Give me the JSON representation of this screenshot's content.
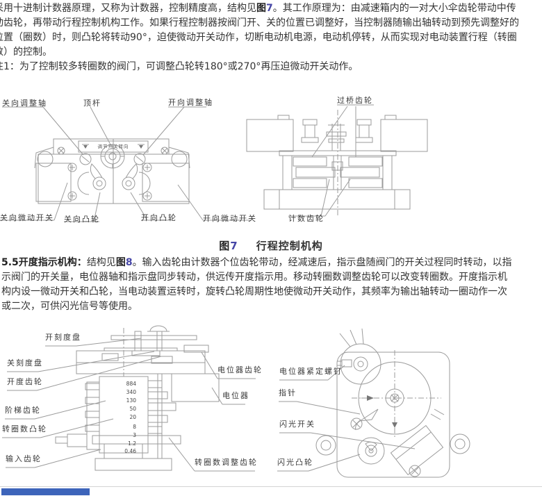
{
  "colors": {
    "text": "#333333",
    "figure_digit_blue": "#4646a6",
    "diagram_line": "#9b9b9b",
    "rule_gray": "#d4d4d4",
    "bottom_bar_blue": "#3d64ba"
  },
  "para1": {
    "line1_pre": "采用十进制计数器原理，又称为计数器，控制精度高，结构见",
    "fig_ref": "图",
    "fig_ref_num": "7",
    "line1_post": "。其工作原理为：由减速箱内的一对大小伞齿轮带动中传",
    "line2": "动齿轮，再带动行程控制机构工作。如果行程控制器按阀门开、关的位置已调整好，当控制器随输出轴转动到预先调整好的",
    "line3": "位置（圈数）时，则凸轮将转动90°，迫使微动开关动作，切断电动机电源，电动机停转，从而实现对电动装置行程（转圈",
    "line4": "数）的控制。",
    "note": "注1：为了控制较多转圈数的阀门，可调整凸轮转180°或270°再压迫微动开关动作。"
  },
  "fig7": {
    "caption_fig": "图",
    "caption_num": "7",
    "caption_title": "行程控制机构",
    "left": {
      "label_top_1": "关向调整轴",
      "label_top_2": "顶杆",
      "label_top_3": "开向调整轴",
      "plate_text": "调节开关转向",
      "label_bot_1": "关向微动开关",
      "label_bot_2": "关向凸轮",
      "label_bot_3": "开向凸轮",
      "label_bot_4": "开向微动开关"
    },
    "right": {
      "label_top": "过桥齿轮",
      "label_bot": "计数齿轮"
    }
  },
  "sec55": {
    "head": "5.5开度指示机构：",
    "line1_pre": "结构见",
    "fig_ref": "图",
    "fig_ref_num": "8",
    "line1_post": "。输入齿轮由计数器个位齿轮带动，经减速后，指示盘随阀门的开关过程同时转动，以指",
    "line2": "示阀门的开关量，电位器轴和指示盘同步转动，供远传开度指示用。移动转圈数调整齿轮可以改变转圈数。开度指示机",
    "line3": "构内设一微动开关和凸轮，当电动装置运转时，旋转凸轮周期性地使微动开关动作，其频率为输出轴转动一圈动作一次",
    "line4": "或二次，可供闪光信号等使用。"
  },
  "fig8": {
    "left": {
      "labels_left": [
        "开刻度盘",
        "关刻度盘",
        "开度齿轮",
        "阶梯齿轮",
        "转圈数凸轮",
        "输入齿轮"
      ],
      "labels_right": [
        "电位器齿轮",
        "电位器",
        "转圈数调整齿轮"
      ],
      "scale": [
        "884",
        "340",
        "130",
        "50",
        "20",
        "8",
        "3",
        "1.2",
        "0.46"
      ]
    },
    "right": {
      "labels": [
        "电位器紧定螺钉",
        "指针",
        "闪光开关",
        "闪光凸轮"
      ]
    }
  }
}
